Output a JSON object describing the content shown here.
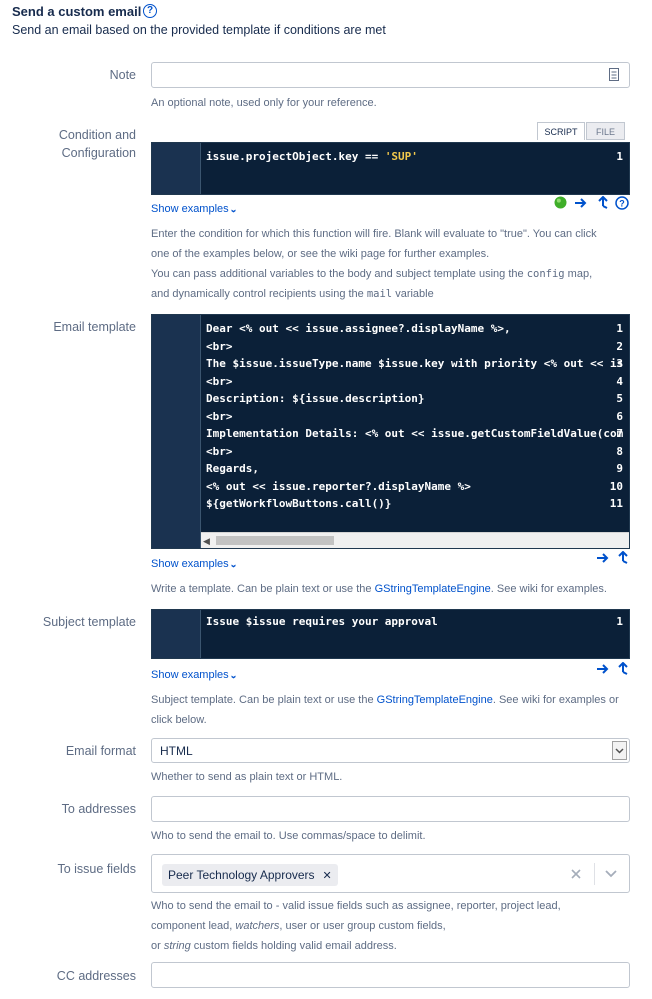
{
  "header": {
    "title": "Send a custom email",
    "subtitle": "Send an email based on the provided template if conditions are met",
    "help_glyph": "?"
  },
  "note": {
    "label": "Note",
    "value": "",
    "help": "An optional note, used only for your reference."
  },
  "condition": {
    "label_line1": "Condition and",
    "label_line2": "Configuration",
    "tab_script": "SCRIPT",
    "tab_file": "FILE",
    "lines": [
      {
        "n": "1",
        "pre": "issue.projectObject.key == ",
        "str": "'SUP'"
      }
    ],
    "show_examples": "Show examples",
    "help_line1": "Enter the condition for which this function will fire. Blank will evaluate to \"true\". You can click",
    "help_line2": "one of the examples below, or see the wiki page for further examples.",
    "help_line3a": "You can pass additional variables to the body and subject template using the ",
    "help_line3_code": "config",
    "help_line3b": " map,",
    "help_line4a": "and dynamically control recipients using the ",
    "help_line4_code": "mail",
    "help_line4b": " variable"
  },
  "email_template": {
    "label": "Email template",
    "lines": [
      {
        "n": "1",
        "text": "Dear <% out << issue.assignee?.displayName %>,"
      },
      {
        "n": "2",
        "text": "<br>"
      },
      {
        "n": "3",
        "text": "The $issue.issueType.name $issue.key with priority <% out << is"
      },
      {
        "n": "4",
        "text": "<br>"
      },
      {
        "n": "5",
        "text": "Description: ${issue.description}"
      },
      {
        "n": "6",
        "text": "<br>"
      },
      {
        "n": "7",
        "text": "Implementation Details: <% out << issue.getCustomFieldValue(com"
      },
      {
        "n": "8",
        "text": "<br>"
      },
      {
        "n": "9",
        "text": "Regards,"
      },
      {
        "n": "10",
        "text": "<% out << issue.reporter?.displayName %>"
      },
      {
        "n": "11",
        "text": "${getWorkflowButtons.call()}"
      }
    ],
    "show_examples": "Show examples",
    "help_a": "Write a template. Can be plain text or use the ",
    "help_link": "GStringTemplateEngine",
    "help_b": ". See wiki for examples."
  },
  "subject_template": {
    "label": "Subject template",
    "lines": [
      {
        "n": "1",
        "text": "Issue $issue requires your approval"
      }
    ],
    "show_examples": "Show examples",
    "help_a": "Subject template. Can be plain text or use the ",
    "help_link": "GStringTemplateEngine",
    "help_b": ". See wiki for examples or",
    "help_line2": "click below."
  },
  "email_format": {
    "label": "Email format",
    "selected": "HTML",
    "help": "Whether to send as plain text or HTML."
  },
  "to_addresses": {
    "label": "To addresses",
    "value": "",
    "help": "Who to send the email to. Use commas/space to delimit."
  },
  "to_issue_fields": {
    "label": "To issue fields",
    "chip": "Peer Technology Approvers",
    "help_line1": "Who to send the email to - valid issue fields such as assignee, reporter, project lead,",
    "help_line2a": "component lead, ",
    "help_line2_em": "watchers",
    "help_line2b": ", user or user group custom fields,",
    "help_line3a": "or ",
    "help_line3_em": "string",
    "help_line3b": " custom fields holding valid email address."
  },
  "cc_addresses": {
    "label": "CC addresses",
    "value": ""
  },
  "icons": {
    "status_dot": "green-dot-icon",
    "colors": {
      "accent": "#0052cc",
      "editor_bg": "#0b2038",
      "gutter_bg": "#1a3250",
      "string": "#f2c94c",
      "status": "#3fae29"
    }
  }
}
